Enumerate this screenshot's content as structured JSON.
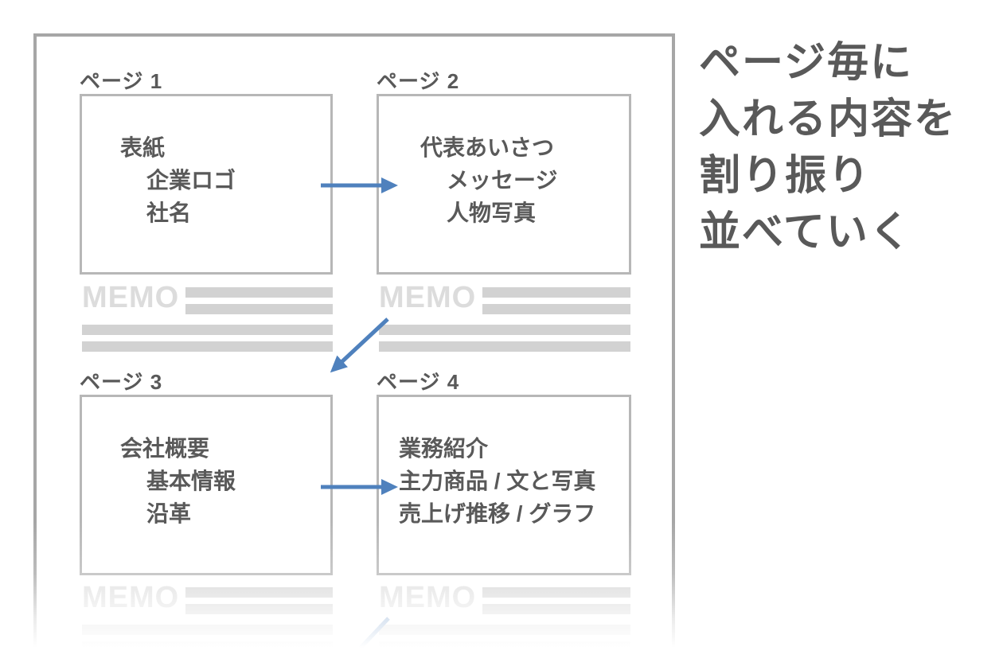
{
  "heading": {
    "lines": [
      "ページ毎に",
      "入れる内容を",
      "割り振り",
      "並べていく"
    ]
  },
  "memo_label": "MEMO",
  "pages": [
    {
      "title": "ページ 1",
      "lines": [
        "表紙",
        "企業ロゴ",
        "社名"
      ]
    },
    {
      "title": "ページ 2",
      "lines": [
        "代表あいさつ",
        "メッセージ",
        "人物写真"
      ]
    },
    {
      "title": "ページ 3",
      "lines": [
        "会社概要",
        "基本情報",
        "沿革"
      ]
    },
    {
      "title": "ページ 4",
      "lines": [
        "業務紹介",
        "主力商品 / 文と写真",
        "売上げ推移 / グラフ"
      ]
    }
  ],
  "arrows": [
    {
      "from": "ページ 1",
      "to": "ページ 2",
      "direction": "right"
    },
    {
      "from": "ページ 2",
      "to": "ページ 3",
      "direction": "down-left"
    },
    {
      "from": "ページ 3",
      "to": "ページ 4",
      "direction": "right"
    },
    {
      "from": "ページ 4",
      "to": "次ページ",
      "direction": "down-left-faded"
    }
  ],
  "colors": {
    "accent_blue": "#4f81bd",
    "text_dark": "#595959",
    "frame_border": "#a6a6a6",
    "box_border": "#b7b7b7",
    "memo_text": "#dcdcdc",
    "memo_bar": "#d2d2d2"
  }
}
